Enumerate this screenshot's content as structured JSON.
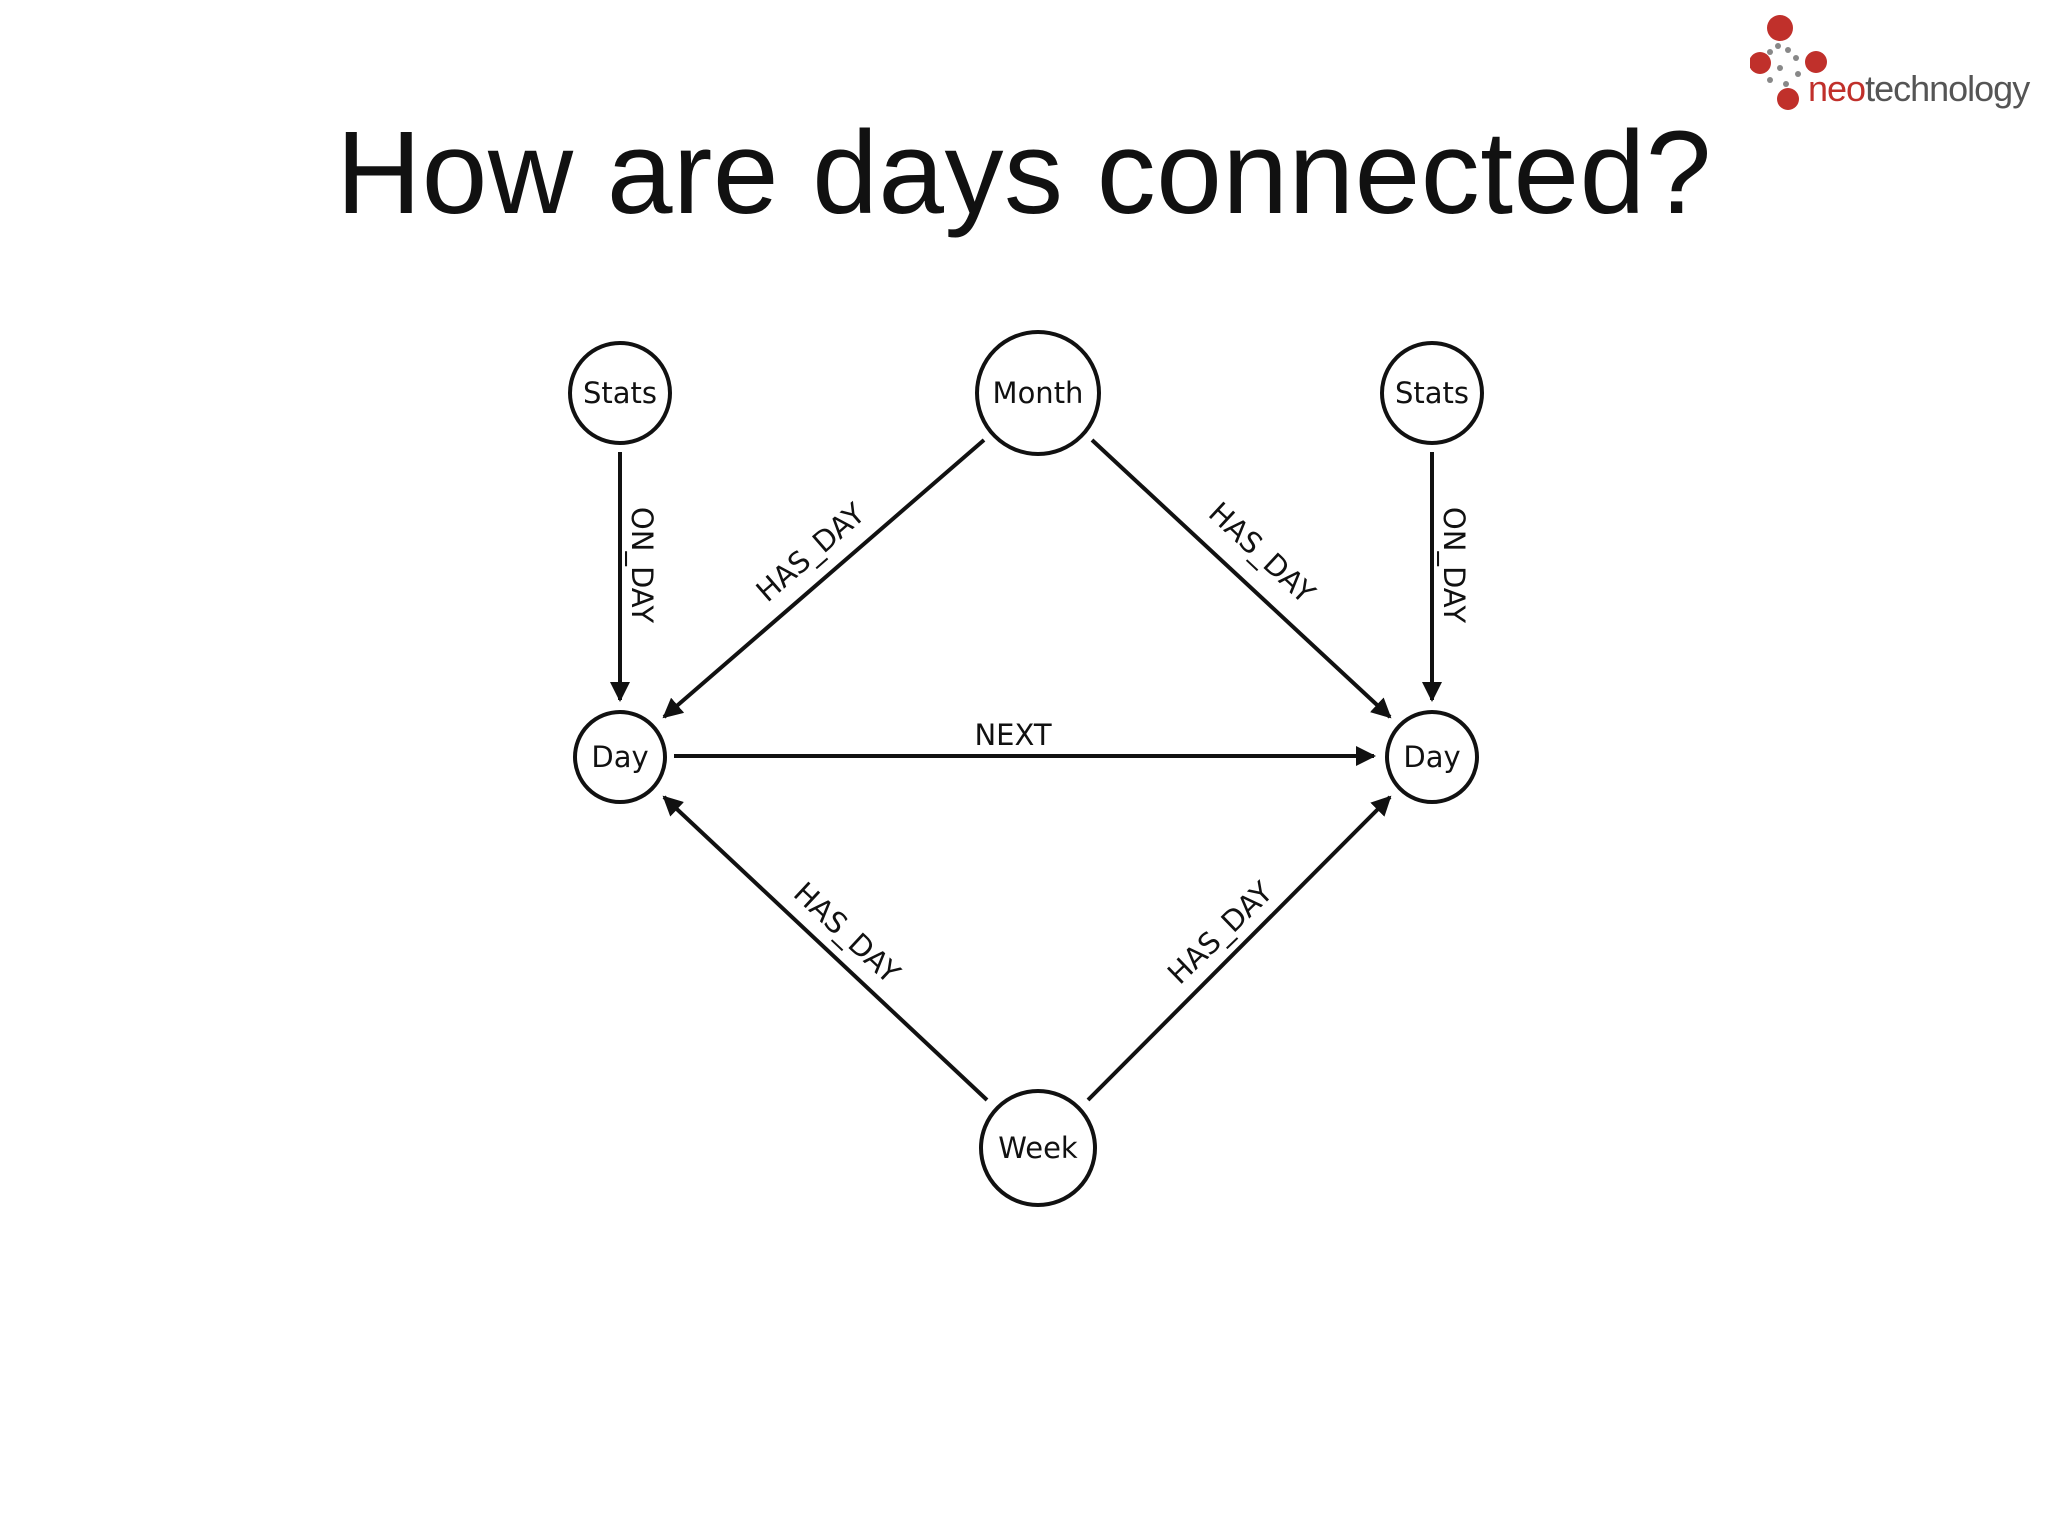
{
  "slide": {
    "title": "How are days connected?"
  },
  "logo": {
    "neo": "neo",
    "technology": "technology",
    "accent_color": "#c0302b",
    "text_color": "#555555"
  },
  "diagram": {
    "nodes": [
      {
        "id": "stats-left",
        "label": "Stats"
      },
      {
        "id": "month",
        "label": "Month"
      },
      {
        "id": "stats-right",
        "label": "Stats"
      },
      {
        "id": "day-left",
        "label": "Day"
      },
      {
        "id": "day-right",
        "label": "Day"
      },
      {
        "id": "week",
        "label": "Week"
      }
    ],
    "edges": [
      {
        "from": "stats-left",
        "to": "day-left",
        "label": "ON_DAY"
      },
      {
        "from": "stats-right",
        "to": "day-right",
        "label": "ON_DAY"
      },
      {
        "from": "month",
        "to": "day-left",
        "label": "HAS_DAY"
      },
      {
        "from": "month",
        "to": "day-right",
        "label": "HAS_DAY"
      },
      {
        "from": "day-left",
        "to": "day-right",
        "label": "NEXT"
      },
      {
        "from": "week",
        "to": "day-left",
        "label": "HAS_DAY"
      },
      {
        "from": "week",
        "to": "day-right",
        "label": "HAS_DAY"
      }
    ]
  }
}
